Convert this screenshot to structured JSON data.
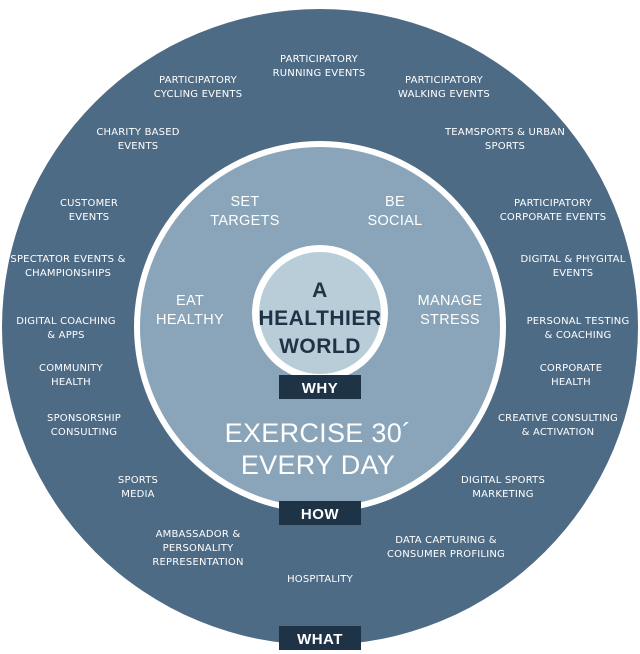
{
  "colors": {
    "outer_ring": "#4e6b85",
    "middle_ring": "#8aa5b9",
    "ring_border": "#ffffff",
    "core": "#b9cdd8",
    "label_bg": "#1f3347",
    "core_text": "#1f3347"
  },
  "core": {
    "lines": [
      "A",
      "HEALTHIER",
      "WORLD"
    ]
  },
  "middle": {
    "items": [
      {
        "lines": [
          "SET",
          "TARGETS"
        ]
      },
      {
        "lines": [
          "BE",
          "SOCIAL"
        ]
      },
      {
        "lines": [
          "EAT",
          "HEALTHY"
        ]
      },
      {
        "lines": [
          "MANAGE",
          "STRESS"
        ]
      }
    ],
    "slogan": [
      "EXERCISE 30´",
      "EVERY DAY"
    ]
  },
  "labels": {
    "why": "WHY",
    "how": "HOW",
    "what": "WHAT"
  },
  "outer": {
    "items": [
      {
        "lines": [
          "PARTICIPATORY",
          "RUNNING EVENTS"
        ]
      },
      {
        "lines": [
          "PARTICIPATORY",
          "CYCLING EVENTS"
        ]
      },
      {
        "lines": [
          "PARTICIPATORY",
          "WALKING EVENTS"
        ]
      },
      {
        "lines": [
          "CHARITY BASED",
          "EVENTS"
        ]
      },
      {
        "lines": [
          "TEAMSPORTS & URBAN",
          "SPORTS"
        ]
      },
      {
        "lines": [
          "CUSTOMER",
          "EVENTS"
        ]
      },
      {
        "lines": [
          "PARTICIPATORY",
          "CORPORATE EVENTS"
        ]
      },
      {
        "lines": [
          "SPECTATOR EVENTS &",
          "CHAMPIONSHIPS"
        ]
      },
      {
        "lines": [
          "DIGITAL & PHYGITAL",
          "EVENTS"
        ]
      },
      {
        "lines": [
          "DIGITAL COACHING",
          "& APPS"
        ]
      },
      {
        "lines": [
          "PERSONAL TESTING",
          "& COACHING"
        ]
      },
      {
        "lines": [
          "COMMUNITY",
          "HEALTH"
        ]
      },
      {
        "lines": [
          "CORPORATE",
          "HEALTH"
        ]
      },
      {
        "lines": [
          "SPONSORSHIP",
          "CONSULTING"
        ]
      },
      {
        "lines": [
          "CREATIVE CONSULTING",
          "& ACTIVATION"
        ]
      },
      {
        "lines": [
          "SPORTS",
          "MEDIA"
        ]
      },
      {
        "lines": [
          "DIGITAL SPORTS",
          "MARKETING"
        ]
      },
      {
        "lines": [
          "AMBASSADOR &",
          "PERSONALITY",
          "REPRESENTATION"
        ]
      },
      {
        "lines": [
          "DATA CAPTURING &",
          "CONSUMER PROFILING"
        ]
      },
      {
        "lines": [
          "HOSPITALITY"
        ]
      }
    ]
  }
}
